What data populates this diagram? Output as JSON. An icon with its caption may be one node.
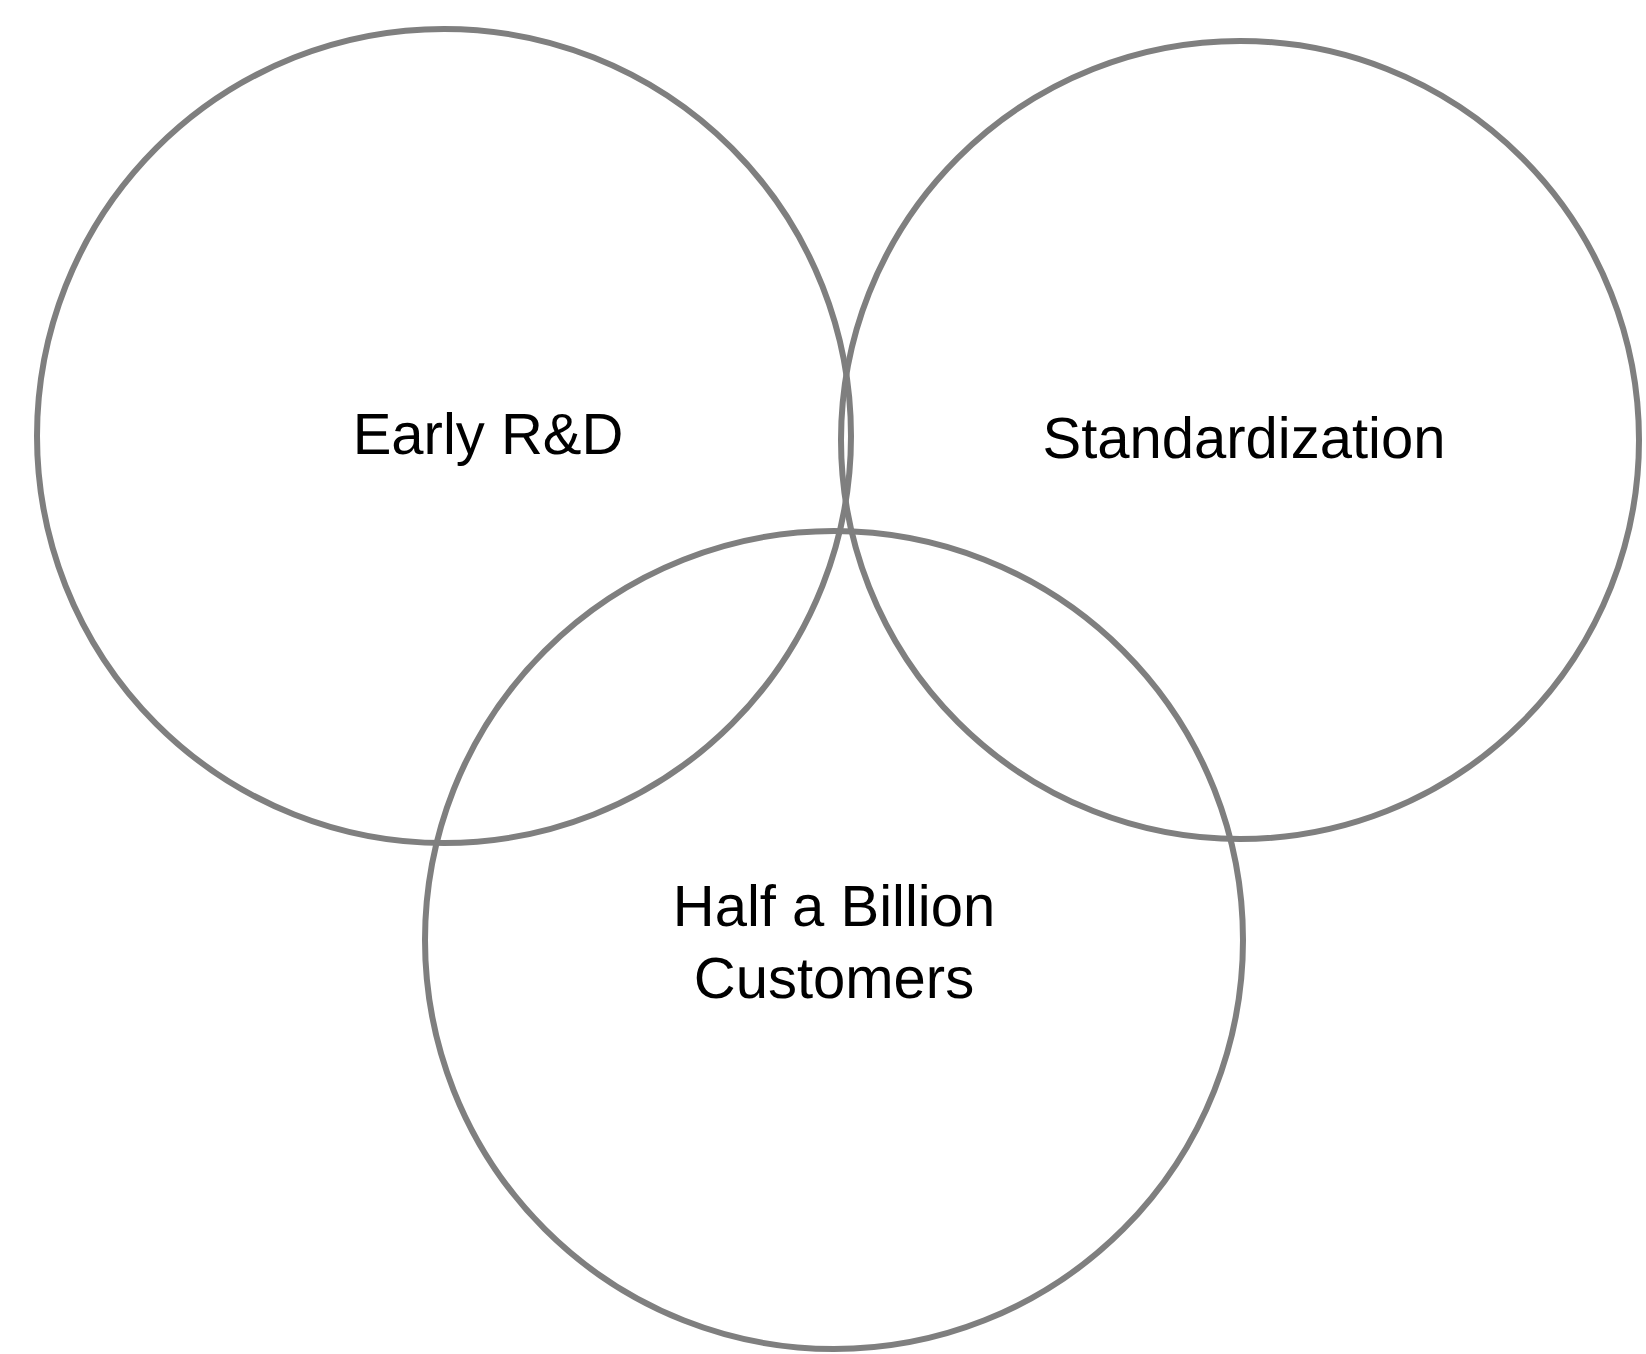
{
  "diagram": {
    "nodes": [
      {
        "text": [
          "Early R&D"
        ]
      },
      {
        "text": [
          "Standardization"
        ]
      },
      {
        "text": [
          "Half a Billion Customers"
        ]
      }
    ]
  }
}
